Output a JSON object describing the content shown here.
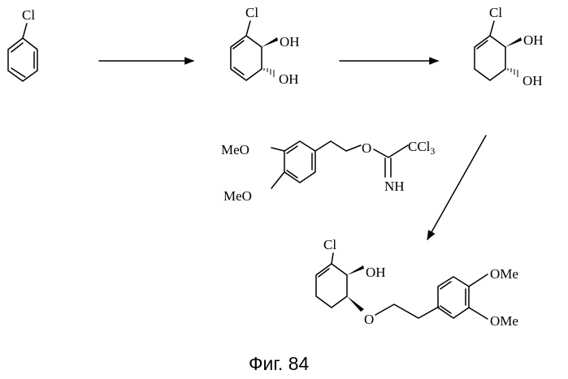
{
  "labels": {
    "cl": "Cl",
    "oh": "OH",
    "meo": "MeO",
    "ome": "OMe",
    "o": "O",
    "c": "C",
    "cl_sub_base": "Cl",
    "sub3": "3",
    "nh": "NH"
  },
  "caption": "Фиг. 84"
}
